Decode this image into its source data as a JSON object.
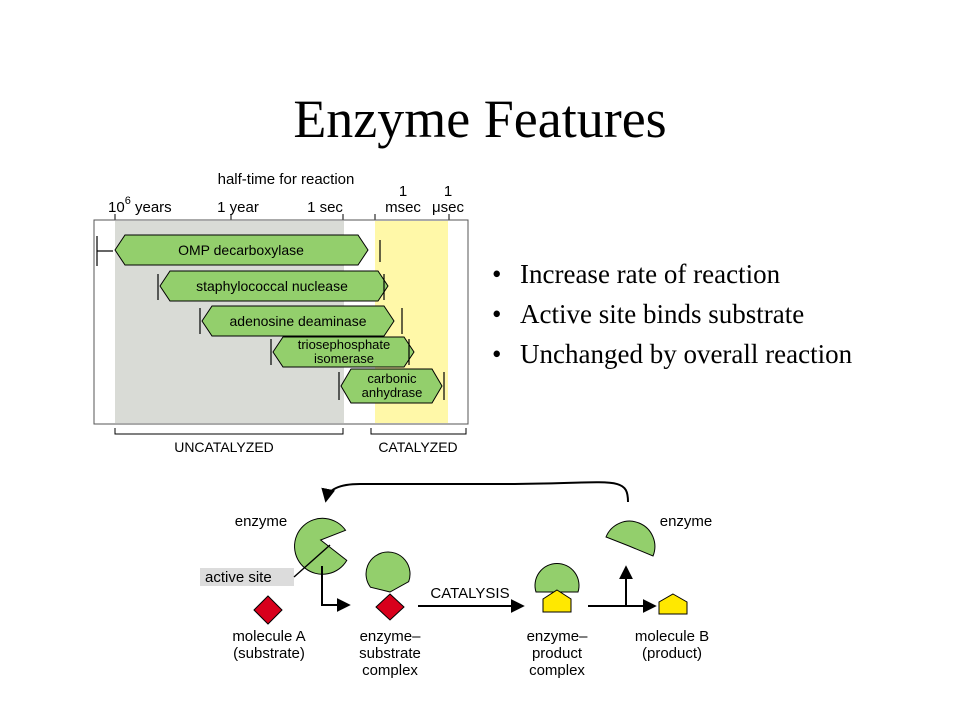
{
  "title": "Enzyme Features",
  "bullets": [
    "Increase rate of reaction",
    "Active site binds substrate",
    "Unchanged by overall reaction"
  ],
  "timescale": {
    "header": "half-time for reaction",
    "ticks": [
      {
        "pre": "10",
        "sup": "6",
        "post": " years"
      },
      {
        "line1": "",
        "line2": "1 year"
      },
      {
        "line1": "",
        "line2": "1 sec"
      },
      {
        "line1": "1",
        "line2": "msec"
      },
      {
        "line1": "1",
        "line2": "μsec"
      }
    ],
    "enzymes": [
      {
        "lines": [
          "OMP decarboxylase"
        ]
      },
      {
        "lines": [
          "staphylococcal nuclease"
        ]
      },
      {
        "lines": [
          "adenosine deaminase"
        ]
      },
      {
        "lines": [
          "triosephosphate",
          "isomerase"
        ]
      },
      {
        "lines": [
          "carbonic",
          "anhydrase"
        ]
      }
    ],
    "regions": {
      "uncatalyzed": "UNCATALYZED",
      "catalyzed": "CATALYZED"
    },
    "colors": {
      "uncatalyzed_bg": "#d9dbd6",
      "catalyzed_bg": "#fff8a8",
      "bar_fill": "#93cf6c"
    }
  },
  "cycle": {
    "enzyme_left": "enzyme",
    "enzyme_right": "enzyme",
    "active_site": "active site",
    "catalysis": "CATALYSIS",
    "molecule_a": [
      "molecule A",
      "(substrate)"
    ],
    "es_complex": [
      "enzyme–",
      "substrate",
      "complex"
    ],
    "ep_complex": [
      "enzyme–",
      "product",
      "complex"
    ],
    "molecule_b": [
      "molecule B",
      "(product)"
    ],
    "colors": {
      "enzyme": "#93cf6c",
      "substrate": "#d8001c",
      "product": "#ffe800"
    }
  }
}
